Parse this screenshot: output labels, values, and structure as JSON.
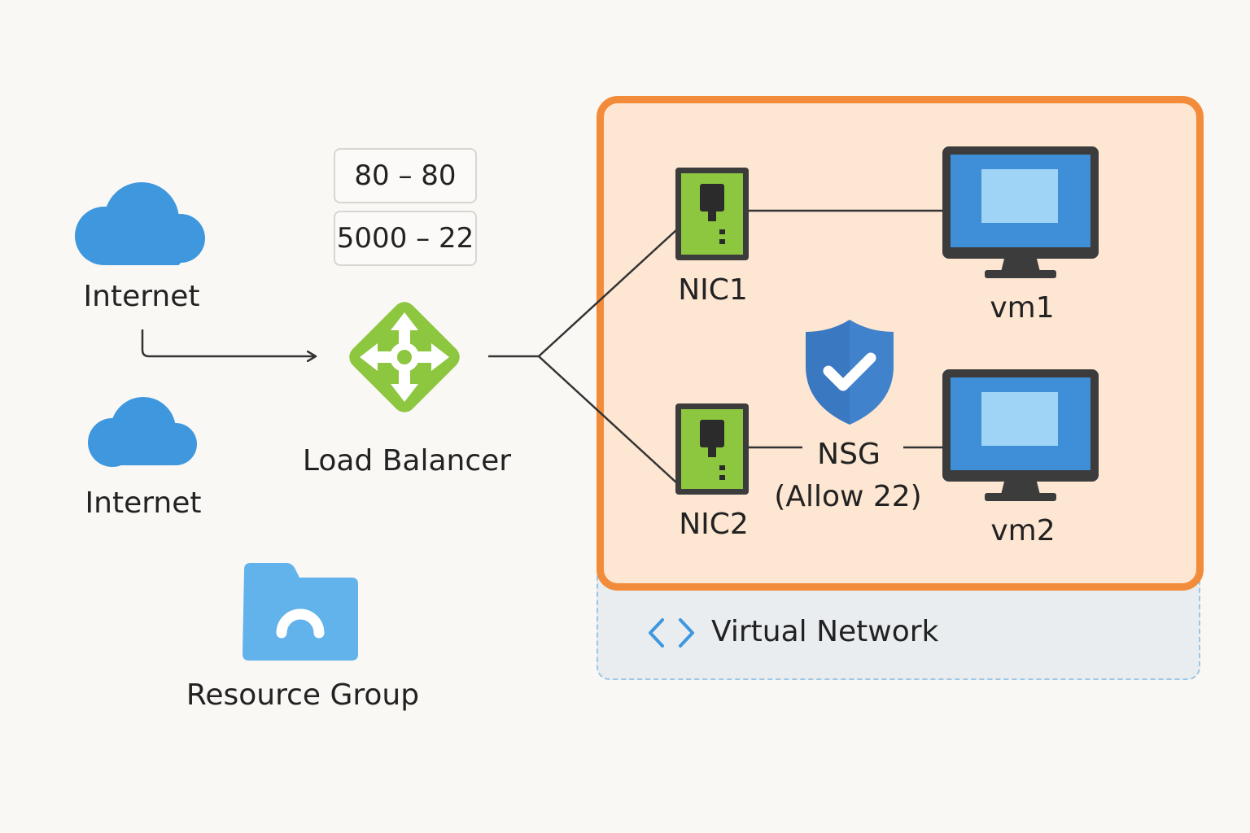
{
  "internet_nodes": [
    {
      "label": "Internet"
    },
    {
      "label": "Internet"
    }
  ],
  "load_balancer": {
    "label": "Load Balancer",
    "rules": [
      "80 – 80",
      "5000 – 22"
    ]
  },
  "resource_group": {
    "label": "Resource Group"
  },
  "virtual_network": {
    "label": "Virtual Network"
  },
  "nics": [
    {
      "label": "NIC1"
    },
    {
      "label": "NIC2"
    }
  ],
  "vms": [
    {
      "label": "vm1"
    },
    {
      "label": "vm2"
    }
  ],
  "nsg": {
    "label": "NSG",
    "sublabel": "(Allow 22)"
  },
  "colors": {
    "cloud": "#3f97dd",
    "load_balancer": "#8dc63f",
    "nic": "#8dc63f",
    "subnet_border": "#f28c3a",
    "subnet_fill": "#fde6d2",
    "monitor_screen": "#3f8fd8",
    "shield": "#3a78c2",
    "folder": "#62b3eb"
  }
}
